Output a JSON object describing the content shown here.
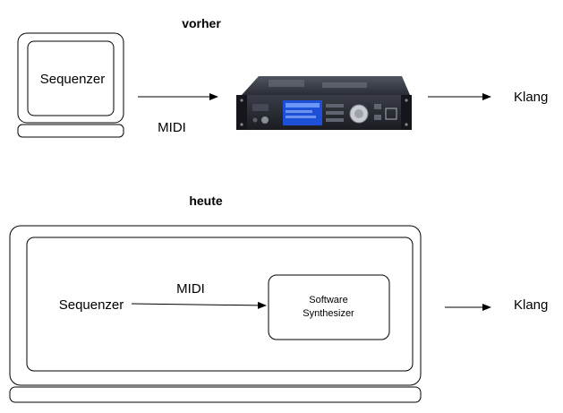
{
  "before": {
    "heading": "vorher",
    "sequencer_label": "Sequenzer",
    "connection_label": "MIDI",
    "output_label": "Klang",
    "hardware_synth": "hardware-rack-synthesizer"
  },
  "after": {
    "heading": "heute",
    "sequencer_label": "Sequenzer",
    "connection_label": "MIDI",
    "synth_label_line1": "Software",
    "synth_label_line2": "Synthesizer",
    "output_label": "Klang"
  },
  "colors": {
    "stroke": "#000000",
    "rack_body": "#2a2d36",
    "rack_display": "#1e4fd8",
    "rack_ears": "#15161b"
  }
}
